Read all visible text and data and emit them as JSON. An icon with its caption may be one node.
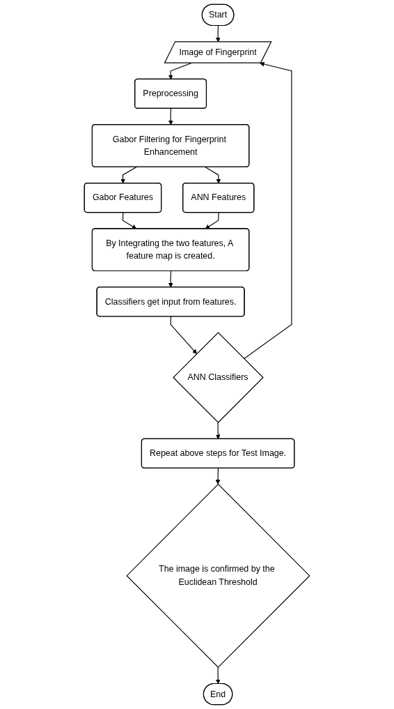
{
  "diagram": {
    "nodes": [
      {
        "text": [
          "Start"
        ]
      },
      {
        "text": [
          "Image of Fingerprint"
        ]
      },
      {
        "text": [
          "Preprocessing"
        ]
      },
      {
        "text": [
          "Gabor Filtering for Fingerprint Enhancement"
        ]
      },
      {
        "text": [
          "Gabor Features"
        ]
      },
      {
        "text": [
          "ANN Features"
        ]
      },
      {
        "text": [
          "By Integrating the two features, A feature map is created."
        ]
      },
      {
        "text": [
          "Classifiers get input from features."
        ]
      },
      {
        "text": [
          "ANN Classifiers"
        ]
      },
      {
        "text": [
          "Repeat above steps for Test Image."
        ]
      },
      {
        "text": [
          "The image is confirmed by the Euclidean Threshold"
        ]
      },
      {
        "text": [
          "End"
        ]
      }
    ],
    "edges": [
      {
        "from": 0,
        "to": 1,
        "arrow": "to"
      },
      {
        "from": 1,
        "to": 2,
        "arrow": "to"
      },
      {
        "from": 2,
        "to": 3,
        "arrow": "to"
      },
      {
        "from": 3,
        "to": 4,
        "arrow": "to"
      },
      {
        "from": 3,
        "to": 5,
        "arrow": "to"
      },
      {
        "from": 4,
        "to": 6,
        "arrow": "to"
      },
      {
        "from": 5,
        "to": 6,
        "arrow": "to"
      },
      {
        "from": 6,
        "to": 7,
        "arrow": "to"
      },
      {
        "from": 7,
        "to": 8,
        "arrow": "to"
      },
      {
        "from": 8,
        "to": 1,
        "arrow": "to"
      },
      {
        "from": 8,
        "to": 9,
        "arrow": "to"
      },
      {
        "from": 9,
        "to": 10,
        "arrow": "to"
      },
      {
        "from": 10,
        "to": 11,
        "arrow": "to"
      }
    ]
  }
}
